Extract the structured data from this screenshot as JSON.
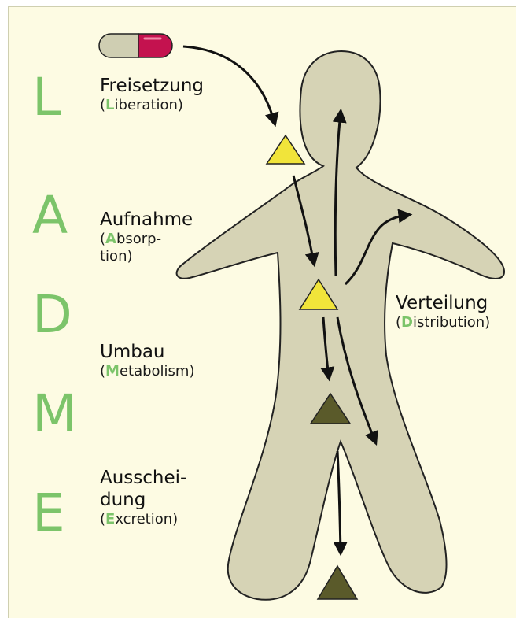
{
  "colors": {
    "background": "#fdfbe3",
    "body": "#d6d3b5",
    "body_outline": "#222222",
    "accent_green": "#7cc46a",
    "triangle_light": "#f1e43a",
    "triangle_dark": "#5a5a2a",
    "capsule_left": "#cfceb2",
    "capsule_right": "#c4124f"
  },
  "acronym": [
    "L",
    "A",
    "D",
    "M",
    "E"
  ],
  "steps": [
    {
      "title": "Freisetzung",
      "open": "(",
      "letter": "L",
      "rest": "iberation)"
    },
    {
      "title": "Aufnahme",
      "open": "(",
      "letter": "A",
      "rest": "bsorp-\ntion)"
    },
    {
      "title": "Umbau",
      "open": "(",
      "letter": "M",
      "rest": "etabolism)"
    },
    {
      "title": "Ausschei-\ndung",
      "open": "(",
      "letter": "E",
      "rest": "xcretion)"
    }
  ],
  "distribution": {
    "title": "Verteilung",
    "open": "(",
    "letter": "D",
    "rest": "istribution)"
  },
  "icons": [
    "capsule-icon",
    "drug-triangle-icon",
    "arrow-icon",
    "human-body-silhouette"
  ]
}
